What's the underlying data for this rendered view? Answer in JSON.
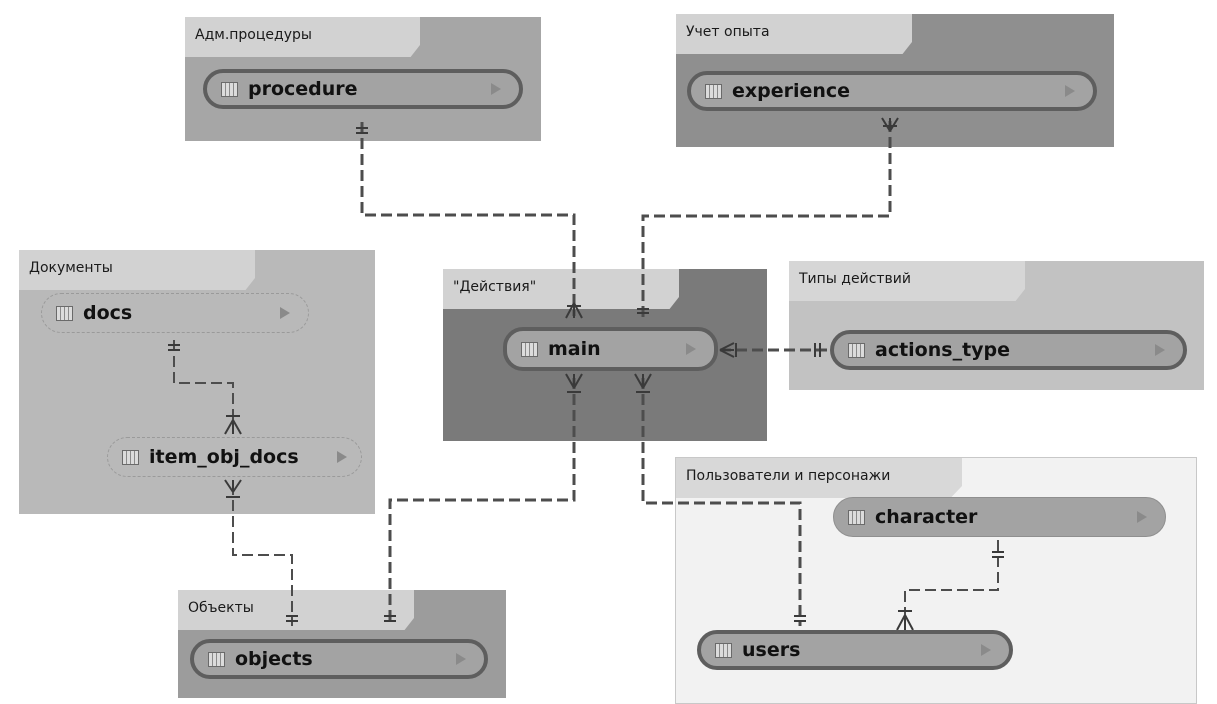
{
  "groups": {
    "adm": {
      "label": "Адм.процедуры"
    },
    "uchet": {
      "label": "Учет опыта"
    },
    "docs": {
      "label": "Документы"
    },
    "actions": {
      "label": "\"Действия\""
    },
    "types": {
      "label": "Типы действий"
    },
    "users": {
      "label": "Пользователи и персонажи"
    },
    "objects": {
      "label": "Объекты"
    }
  },
  "entities": {
    "procedure": {
      "name": "procedure",
      "icon": "table-icon"
    },
    "experience": {
      "name": "experience",
      "icon": "table-icon"
    },
    "docs": {
      "name": "docs",
      "icon": "table-icon"
    },
    "item_obj_docs": {
      "name": "item_obj_docs",
      "icon": "table-icon"
    },
    "main": {
      "name": "main",
      "icon": "table-icon"
    },
    "actions_type": {
      "name": "actions_type",
      "icon": "table-icon"
    },
    "character": {
      "name": "character",
      "icon": "table-icon"
    },
    "users": {
      "name": "users",
      "icon": "table-icon"
    },
    "objects": {
      "name": "objects",
      "icon": "table-icon"
    }
  },
  "relationships": [
    {
      "from": "procedure",
      "to": "main",
      "from_end": "one",
      "to_end": "many"
    },
    {
      "from": "experience",
      "to": "main",
      "from_end": "many",
      "to_end": "one"
    },
    {
      "from": "main",
      "to": "actions_type",
      "from_end": "many",
      "to_end": "one"
    },
    {
      "from": "main",
      "to": "objects",
      "from_end": "many",
      "to_end": "one"
    },
    {
      "from": "main",
      "to": "users",
      "from_end": "many",
      "to_end": "one"
    },
    {
      "from": "docs",
      "to": "item_obj_docs",
      "from_end": "one",
      "to_end": "many"
    },
    {
      "from": "item_obj_docs",
      "to": "objects",
      "from_end": "many",
      "to_end": "one"
    },
    {
      "from": "character",
      "to": "users",
      "from_end": "one",
      "to_end": "many"
    }
  ],
  "colors": {
    "group_adm": "#a6a6a6",
    "group_uchet": "#8f8f8f",
    "group_docs": "#b9b9b9",
    "group_actions": "#7a7a7a",
    "group_types": "#c2c2c2",
    "group_users": "#f2f2f2",
    "group_objects": "#9c9c9c",
    "tab": "#d2d2d2",
    "entity_fill": "#a3a3a3",
    "connector": "#4d4d4d"
  }
}
